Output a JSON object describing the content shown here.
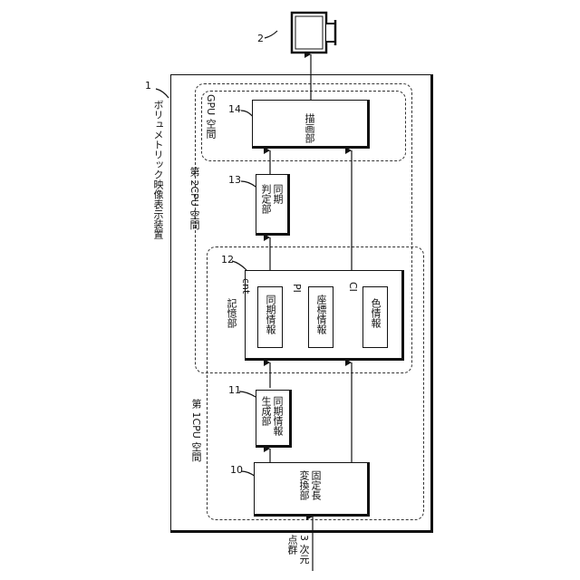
{
  "figure": {
    "device_label": "ボリュメトリック映像表示装置",
    "device_ref": "1",
    "display_ref": "2",
    "gpu_space": "GPU 空間",
    "cpu2_space": "第 2CPU 空間",
    "cpu1_space": "第 1CPU 空間",
    "render_ref": "14",
    "render_label": "描画部",
    "sync_judge_ref": "13",
    "sync_judge_label": "同期\n判定部",
    "storage_ref": "12",
    "storage_label": "記憶部",
    "cnt_label": "cnt",
    "sync_info_label": "同期情報",
    "pi_label": "PI",
    "coord_info_label": "座標情報",
    "ci_label": "CI",
    "color_info_label": "色情報",
    "sync_gen_ref": "11",
    "sync_gen_label": "同期情報\n生成部",
    "fixed_len_ref": "10",
    "fixed_len_label": "固定長\n変換部",
    "input_label": "3 次元\n点群"
  }
}
